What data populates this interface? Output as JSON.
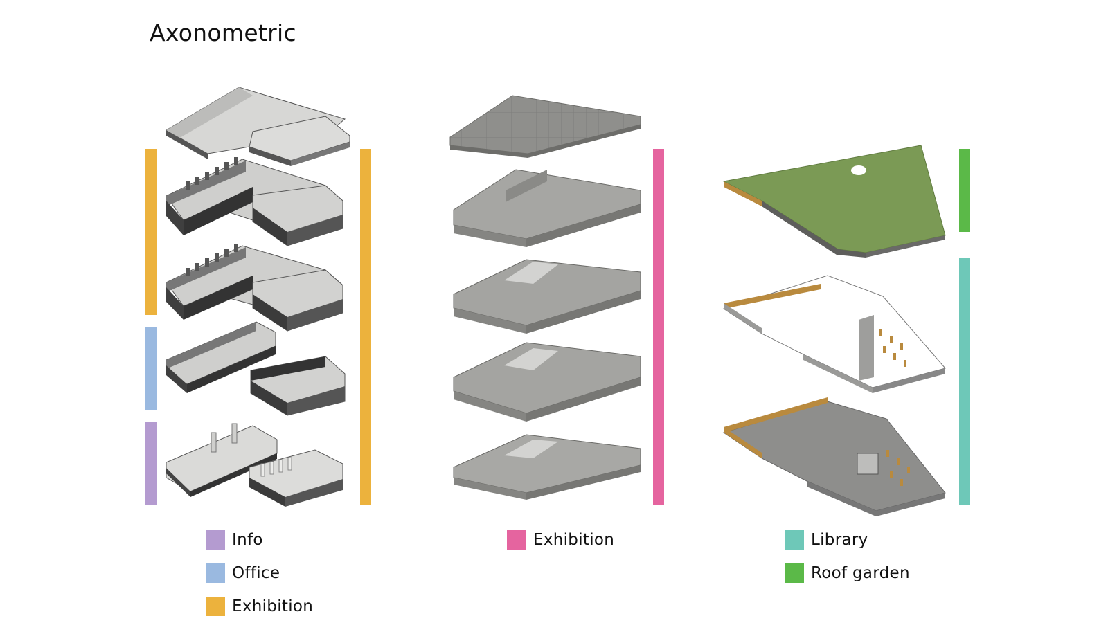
{
  "title": "Axonometric",
  "colors": {
    "info": "#b49bd0",
    "office": "#9ab9e0",
    "exhibition_yellow": "#ecb23d",
    "exhibition_pink": "#e5649f",
    "library": "#6ec8b8",
    "roof_garden": "#5bb948",
    "grass": "#7b9a55",
    "concrete": "#9a9a98",
    "dark_masonry": "#454545",
    "light_floor": "#dcdcdc",
    "wood": "#b98a3e"
  },
  "legend": {
    "left": [
      {
        "label": "Info",
        "color_key": "info"
      },
      {
        "label": "Office",
        "color_key": "office"
      },
      {
        "label": "Exhibition",
        "color_key": "exhibition_yellow"
      }
    ],
    "middle": [
      {
        "label": "Exhibition",
        "color_key": "exhibition_pink"
      }
    ],
    "right": [
      {
        "label": "Library",
        "color_key": "library"
      },
      {
        "label": "Roof garden",
        "color_key": "roof_garden"
      }
    ]
  },
  "icons": {
    "left_stack": "exploded-floor-stack-l-shaped-building",
    "middle_stack": "exploded-floor-stack-triangular-building",
    "right_stack": "exploded-floor-stack-library-with-roof-garden"
  }
}
